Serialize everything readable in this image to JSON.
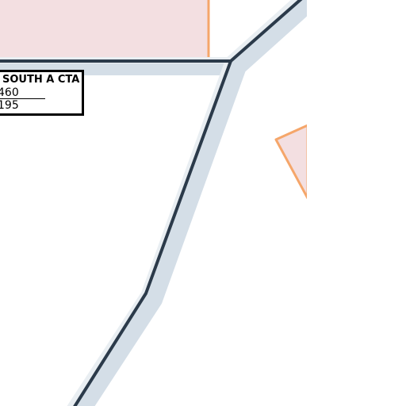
{
  "map": {
    "colors": {
      "background": "#ffffff",
      "restricted_fill": "#f3dfe1",
      "restricted_border": "#f5a66a",
      "airspace_line": "#2b3a4a",
      "airspace_halo": "#d4dee7"
    },
    "airspace_label": {
      "name": "SOUTH A CTA",
      "upper_altitude": "460",
      "lower_altitude": "195"
    }
  }
}
